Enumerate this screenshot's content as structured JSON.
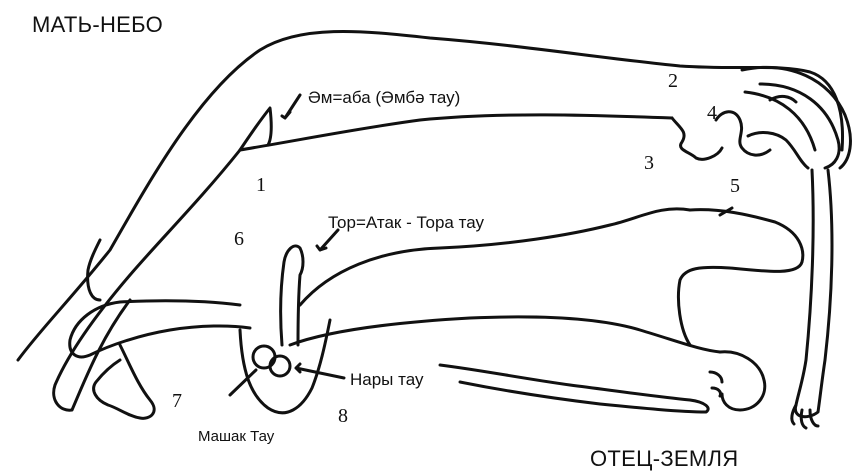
{
  "titles": {
    "mother_sky": "МАТЬ-НЕБО",
    "father_earth": "ОТЕЦ-ЗЕМЛЯ"
  },
  "annotations": {
    "em_aba": "Әм=аба (Әмбә тау)",
    "tor_atak": "Тор=Атак - Тора тау",
    "nary_tau": "Нары тау",
    "mashak_tau": "Машак Тау"
  },
  "numbers": [
    "1",
    "2",
    "3",
    "4",
    "5",
    "6",
    "7",
    "8"
  ],
  "colors": {
    "ink": "#111111",
    "paper": "#ffffff"
  }
}
